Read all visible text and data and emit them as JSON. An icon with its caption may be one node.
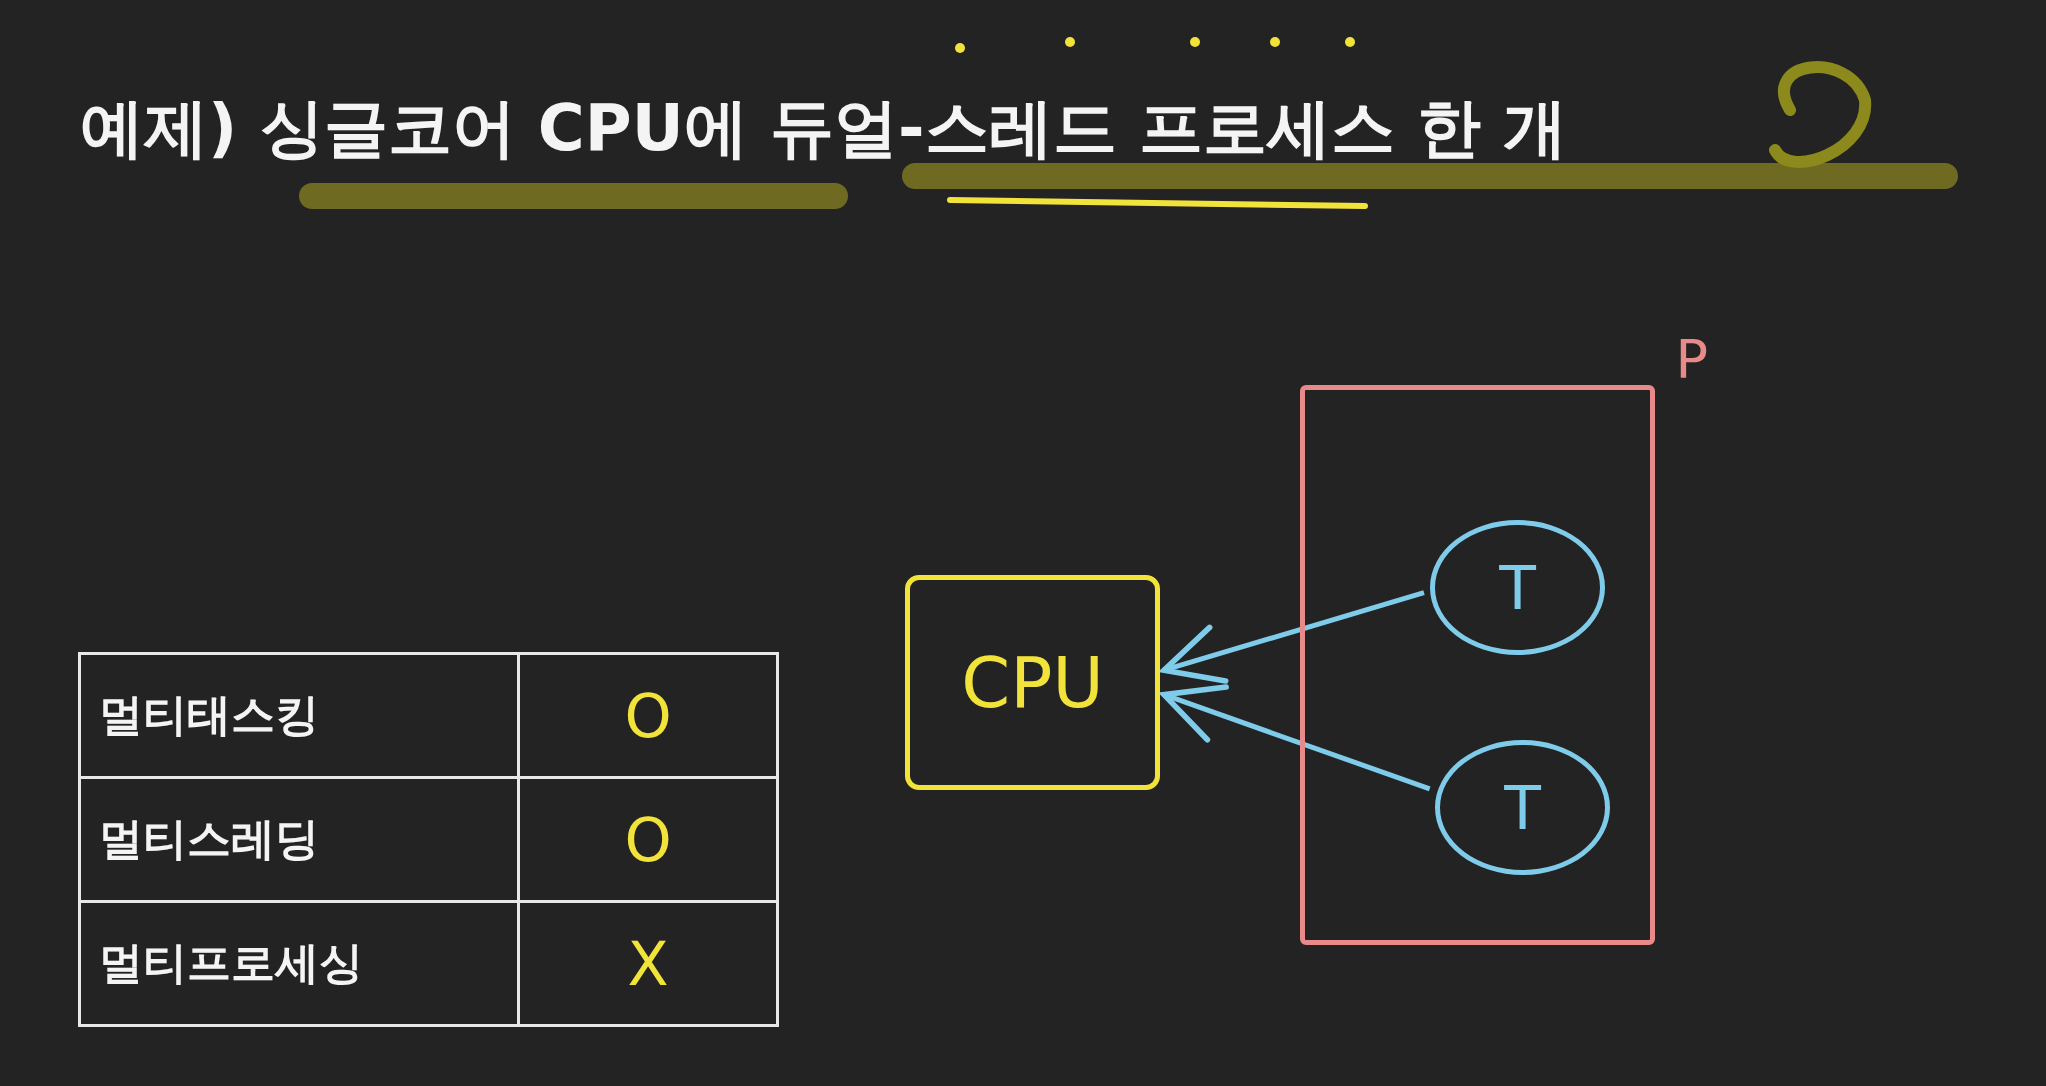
{
  "diagram": {
    "title": "예제) 싱글코어 CPU에 듀얼-스레드 프로세스 한 개",
    "nodes": [
      {
        "text": [
          "CPU"
        ]
      },
      {
        "text": [
          "P"
        ]
      },
      {
        "text": [
          "T"
        ],
        "in": 1
      },
      {
        "text": [
          "T"
        ],
        "in": 1
      }
    ],
    "edges": [
      {
        "from": 2,
        "to": 0,
        "arrow": "to"
      },
      {
        "from": 3,
        "to": 0,
        "arrow": "to"
      }
    ],
    "labels": [
      "멀티태스킹",
      "O",
      "멀티스레딩",
      "O",
      "멀티프로세싱",
      "X"
    ]
  }
}
